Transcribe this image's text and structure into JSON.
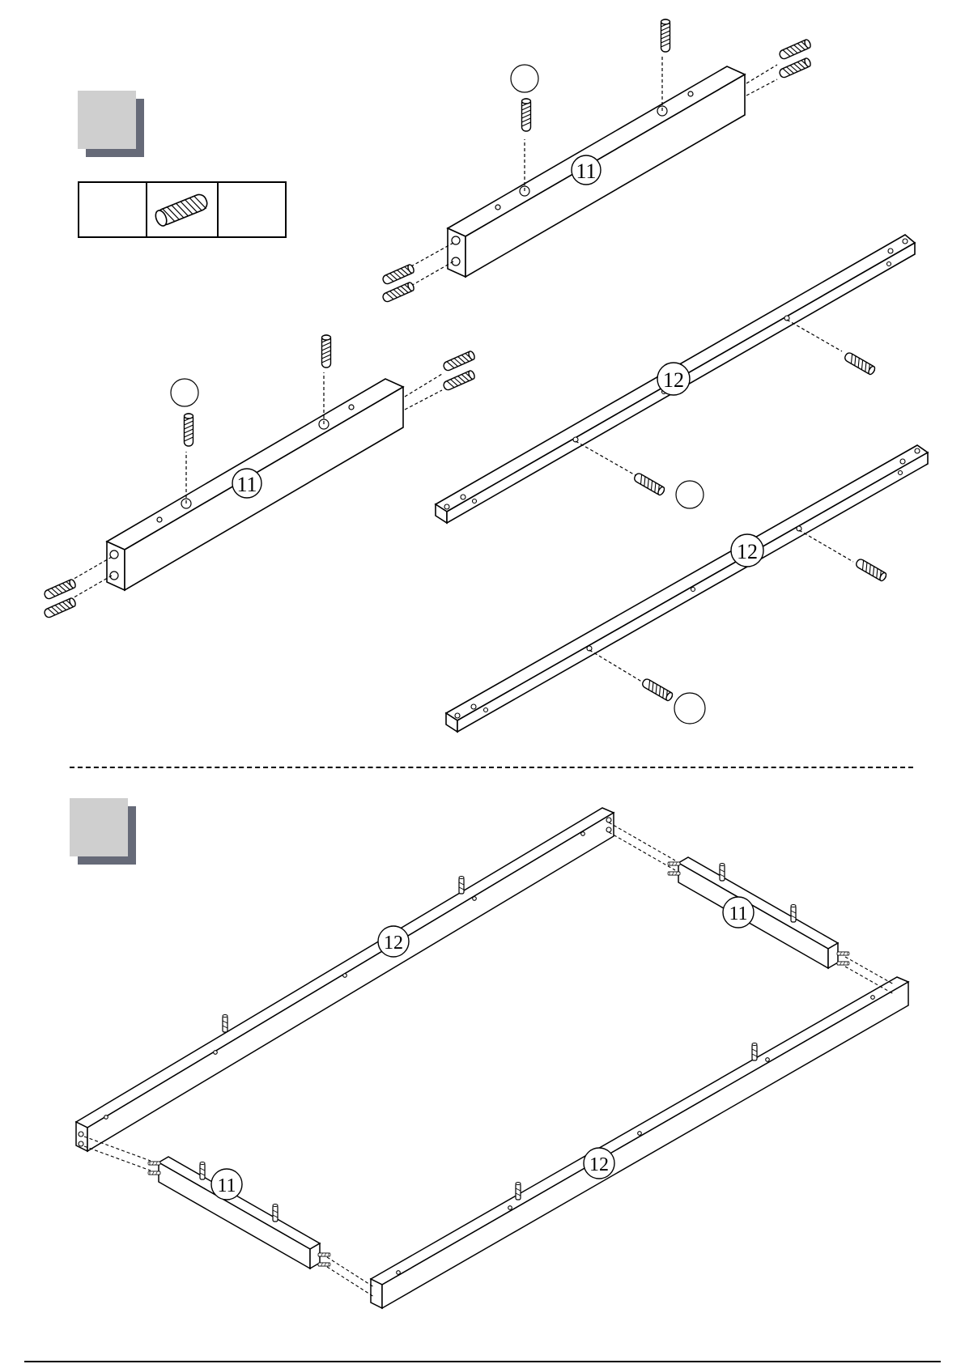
{
  "steps": [
    {
      "id": "step-a",
      "number": ""
    },
    {
      "id": "step-b",
      "number": ""
    }
  ],
  "hardware_table": {
    "cells": [
      {
        "text": ""
      },
      {
        "icon": "wooden-dowel-icon"
      },
      {
        "text": ""
      }
    ]
  },
  "part_labels": {
    "rail_short": "11",
    "rail_long": "12"
  },
  "quantity_bubbles": [
    "",
    "",
    "",
    ""
  ],
  "colors": {
    "line": "#000000",
    "step_box": "#cfcfcf",
    "step_shadow": "#666a78",
    "background": "#ffffff"
  },
  "footer": {
    "page_marker": ""
  }
}
